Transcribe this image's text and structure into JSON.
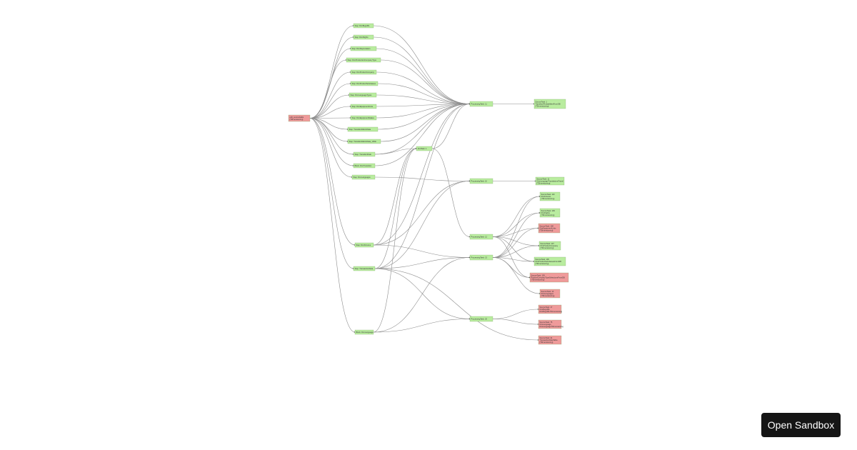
{
  "graph": {
    "nodes": [
      {
        "id": "root",
        "lines": [
          "edit_source/table",
          "{?Dimensioning}"
        ],
        "status": "error"
      },
      {
        "id": "s1",
        "lines": [
          "Step: DimBugURL"
        ],
        "status": "ok"
      },
      {
        "id": "s2",
        "lines": [
          "Step: DimFlights"
        ],
        "status": "ok"
      },
      {
        "id": "s3",
        "lines": [
          "Step: DimDepreciation"
        ],
        "status": "ok"
      },
      {
        "id": "s4",
        "lines": [
          "Step: DimProductionCompanyType"
        ],
        "status": "ok"
      },
      {
        "id": "s5",
        "lines": [
          "Step: DimProductCompany"
        ],
        "status": "ok"
      },
      {
        "id": "s6",
        "lines": [
          "Step: DimProductSubclasses"
        ],
        "status": "ok"
      },
      {
        "id": "s7",
        "lines": [
          "Step: DimLanguageTypes"
        ],
        "status": "ok"
      },
      {
        "id": "s8",
        "lines": [
          "Step: DimEquipmentUnits"
        ],
        "status": "ok"
      },
      {
        "id": "s9",
        "lines": [
          "Step: DimEquipmentMakes"
        ],
        "status": "ok"
      },
      {
        "id": "s10",
        "lines": [
          "Step: TransitionMatrixData"
        ],
        "status": "ok"
      },
      {
        "id": "s11",
        "lines": [
          "Step: TransitionMatrixData_12Mo"
        ],
        "status": "ok"
      },
      {
        "id": "s12",
        "lines": [
          "Step: TransitionDate"
        ],
        "status": "ok"
      },
      {
        "id": "s13",
        "lines": [
          "Block: DimTransition"
        ],
        "status": "ok"
      },
      {
        "id": "s14",
        "lines": [
          "Step: DimLanguages"
        ],
        "status": "ok"
      },
      {
        "id": "s15",
        "lines": [
          "Step: DimFixtures"
        ],
        "status": "ok"
      },
      {
        "id": "s16",
        "lines": [
          "Step: TransactionData"
        ],
        "status": "ok"
      },
      {
        "id": "s17",
        "lines": [
          "Block: DimLanguage"
        ],
        "status": "ok"
      },
      {
        "id": "jt",
        "lines": [
          "JoinTask: 1"
        ],
        "status": "ok"
      },
      {
        "id": "p11",
        "lines": [
          "ProcessingTask: 11"
        ],
        "status": "ok"
      },
      {
        "id": "p10",
        "lines": [
          "ProcessingTask: 10"
        ],
        "status": "ok"
      },
      {
        "id": "p12",
        "lines": [
          "ProcessingTask: 12"
        ],
        "status": "ok"
      },
      {
        "id": "p13",
        "lines": [
          "ProcessingTask: 13"
        ],
        "status": "ok"
      },
      {
        "id": "p20",
        "lines": [
          "ProcessingTask: 20"
        ],
        "status": "ok"
      },
      {
        "id": "o1",
        "lines": [
          "SourceTask: 1",
          "TransitionProbabilitiesFromDB",
          "{?Dimensioning}"
        ],
        "status": "ok"
      },
      {
        "id": "o2",
        "lines": [
          "SourceTask: 11",
          "DimLanguageTranslationsTransl",
          "{?Dimensioning}"
        ],
        "status": "ok"
      },
      {
        "id": "o3",
        "lines": [
          "SourceTask: 110",
          "DimFixtures",
          "{?Dimensioning}"
        ],
        "status": "ok"
      },
      {
        "id": "o4",
        "lines": [
          "SourceTask: 109",
          "DimFlights",
          "{?Dimensioning}"
        ],
        "status": "ok"
      },
      {
        "id": "o5",
        "lines": [
          "SourceTask: 108",
          "DimEquipmentUnits",
          "{?Dimensioning}"
        ],
        "status": "error"
      },
      {
        "id": "o6",
        "lines": [
          "SourceTask: 107",
          "DimProductCompany",
          "{?Dimensioning}"
        ],
        "status": "ok"
      },
      {
        "id": "o7",
        "lines": [
          "SourceTask: 106",
          "DimProductSubclassesFromDB",
          "{?Dimensioning}"
        ],
        "status": "ok"
      },
      {
        "id": "o8",
        "lines": [
          "SourceTask: 105",
          "ProductCompanyTypeSelectionsFromDB",
          "{?Dimensioning}"
        ],
        "status": "error"
      },
      {
        "id": "o9",
        "lines": [
          "SourceTask: 13",
          "DimLanguages",
          "{?Dimensioning}"
        ],
        "status": "error"
      },
      {
        "id": "o10",
        "lines": [
          "SourceTask: 17",
          "DimBugURL",
          "DimBugURL?Dimensioning"
        ],
        "status": "error"
      },
      {
        "id": "o11",
        "lines": [
          "SourceTask: 75",
          "DimLanguage",
          "DimLanguage?Dimensioning"
        ],
        "status": "error"
      },
      {
        "id": "o12",
        "lines": [
          "SourceTask: 24",
          "TransactionDataTable",
          "{?Dimensioning}"
        ],
        "status": "error"
      }
    ],
    "colors": {
      "ok": "#b9ec9f",
      "error": "#ef9a9a",
      "edge": "#8c8c8c"
    }
  },
  "controls": {
    "open_sandbox": "Open Sandbox"
  }
}
